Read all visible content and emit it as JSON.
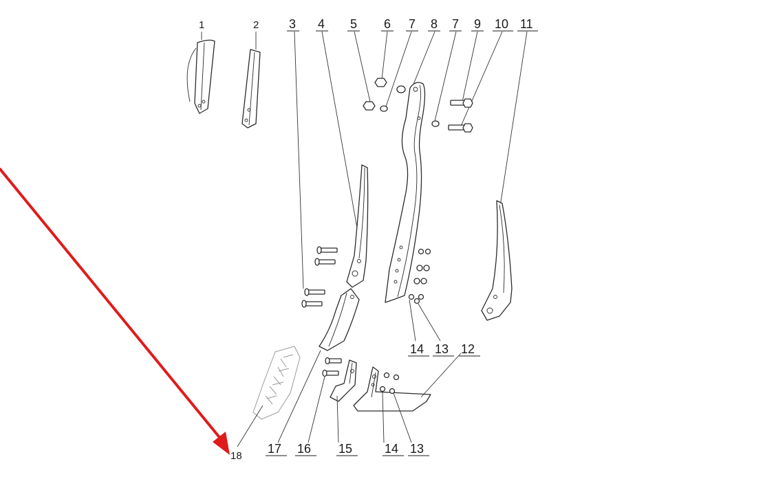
{
  "diagram": {
    "labels": {
      "l1": "1",
      "l2": "2",
      "l3": "3",
      "l4": "4",
      "l5": "5",
      "l6": "6",
      "l7a": "7",
      "l8": "8",
      "l7b": "7",
      "l9": "9",
      "l10": "10",
      "l11": "11",
      "l12": "12",
      "l13a": "13",
      "l14a": "14",
      "l13b": "13",
      "l14b": "14",
      "l15": "15",
      "l16": "16",
      "l17": "17",
      "l18": "18"
    },
    "colors": {
      "arrow": "#e01b1b",
      "line": "#2a2a2a"
    }
  }
}
